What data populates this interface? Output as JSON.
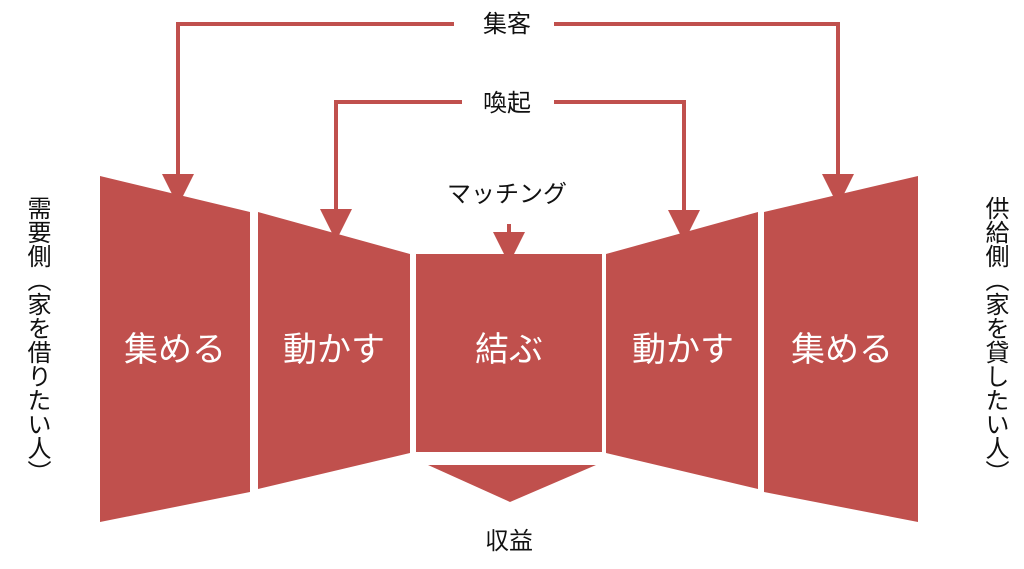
{
  "diagram": {
    "top_labels": {
      "outer": "集客",
      "inner": "喚起",
      "center": "マッチング"
    },
    "panels": {
      "left_outer": "集める",
      "left_inner": "動かす",
      "center": "結ぶ",
      "right_inner": "動かす",
      "right_outer": "集める"
    },
    "bottom_label": "収益",
    "side_labels": {
      "left": "需要側（家を借りたい人）",
      "right": "供給側（家を貸したい人）"
    },
    "colors": {
      "panel_fill": "#c0504d",
      "arrow_stroke": "#c0504d",
      "text": "#111111",
      "panel_text": "#ffffff",
      "background": "#ffffff"
    }
  }
}
